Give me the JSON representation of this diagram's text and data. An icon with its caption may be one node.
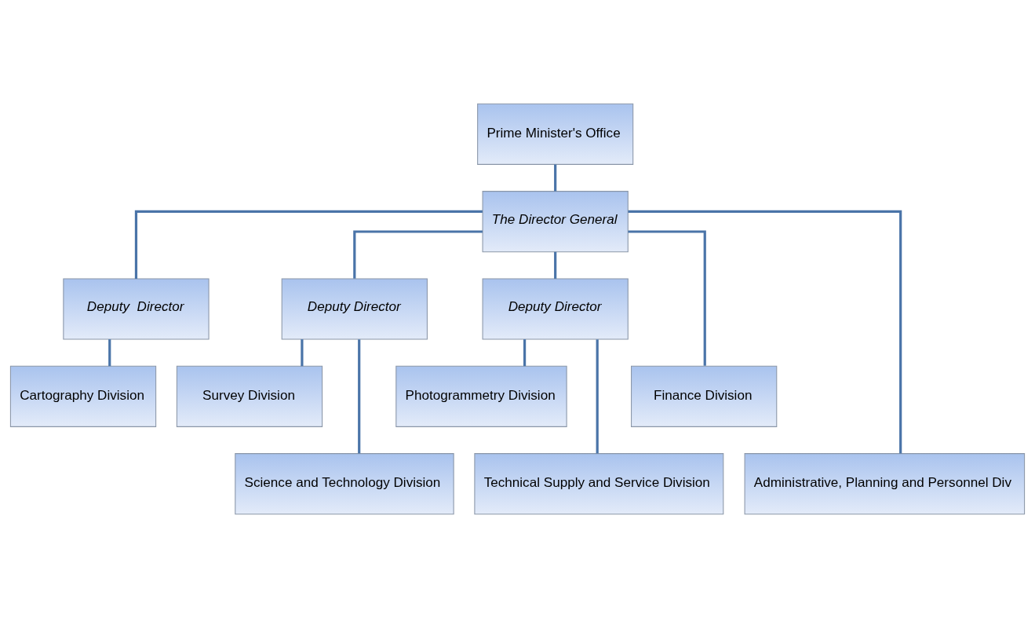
{
  "diagram": {
    "nodes": [
      {
        "text": [
          "Prime Minister's Office"
        ]
      },
      {
        "text": [
          "The Director General"
        ]
      },
      {
        "text": [
          "Deputy  Director"
        ]
      },
      {
        "text": [
          "Deputy Director"
        ]
      },
      {
        "text": [
          "Deputy Director"
        ]
      },
      {
        "text": [
          "Cartography Division"
        ]
      },
      {
        "text": [
          "Survey Division"
        ]
      },
      {
        "text": [
          "Finance Division"
        ]
      },
      {
        "text": [
          "Photogrammetry Division"
        ]
      },
      {
        "text": [
          "Science and Technology Division"
        ]
      },
      {
        "text": [
          "Administrative, Planning and Personnel Div"
        ]
      },
      {
        "text": [
          "Technical Supply and Service Division"
        ]
      }
    ],
    "edges": [
      {
        "from": 0,
        "to": 1,
        "arrow": "none"
      },
      {
        "from": 1,
        "to": 2,
        "arrow": "none"
      },
      {
        "from": 1,
        "to": 3,
        "arrow": "none"
      },
      {
        "from": 1,
        "to": 7,
        "arrow": "none"
      },
      {
        "from": 1,
        "to": 10,
        "arrow": "none"
      },
      {
        "from": 1,
        "to": 4,
        "arrow": "none"
      },
      {
        "from": 2,
        "to": 5,
        "arrow": "none"
      },
      {
        "from": 3,
        "to": 6,
        "arrow": "none"
      },
      {
        "from": 3,
        "to": 9,
        "arrow": "none"
      },
      {
        "from": 4,
        "to": 8,
        "arrow": "none"
      },
      {
        "from": 4,
        "to": 11,
        "arrow": "none"
      }
    ]
  }
}
